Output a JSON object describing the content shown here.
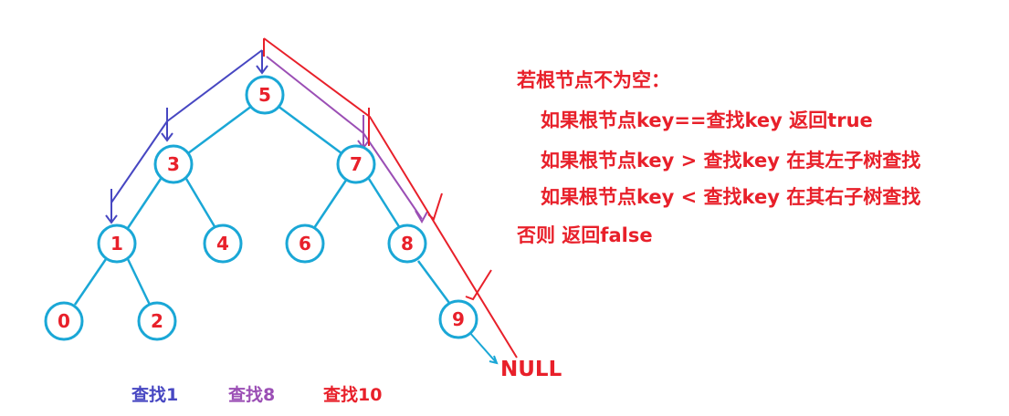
{
  "colors": {
    "node": "#1aa7d6",
    "node_text": "#e8202a",
    "search_1": "#4747c2",
    "search_8": "#9b4fb5",
    "search_10": "#e8202a",
    "rule_text": "#e8202a"
  },
  "tree": {
    "nodes": [
      {
        "key": "5",
        "label": "5"
      },
      {
        "key": "3",
        "label": "3"
      },
      {
        "key": "7",
        "label": "7"
      },
      {
        "key": "1",
        "label": "1"
      },
      {
        "key": "4",
        "label": "4"
      },
      {
        "key": "6",
        "label": "6"
      },
      {
        "key": "8",
        "label": "8"
      },
      {
        "key": "0",
        "label": "0"
      },
      {
        "key": "2",
        "label": "2"
      },
      {
        "key": "9",
        "label": "9"
      }
    ],
    "edges": [
      [
        "5",
        "3"
      ],
      [
        "5",
        "7"
      ],
      [
        "3",
        "1"
      ],
      [
        "3",
        "4"
      ],
      [
        "7",
        "6"
      ],
      [
        "7",
        "8"
      ],
      [
        "1",
        "0"
      ],
      [
        "1",
        "2"
      ],
      [
        "8",
        "9"
      ]
    ],
    "null_label": "NULL"
  },
  "legend": {
    "search_1": "查找1",
    "search_8": "查找8",
    "search_10": "查找10"
  },
  "rules": {
    "line1": "若根节点不为空：",
    "line2": "如果根节点key==查找key  返回true",
    "line3": "如果根节点key >  查找key  在其左子树查找",
    "line4": "如果根节点key <  查找key  在其右子树查找",
    "line5": "否则  返回false"
  }
}
